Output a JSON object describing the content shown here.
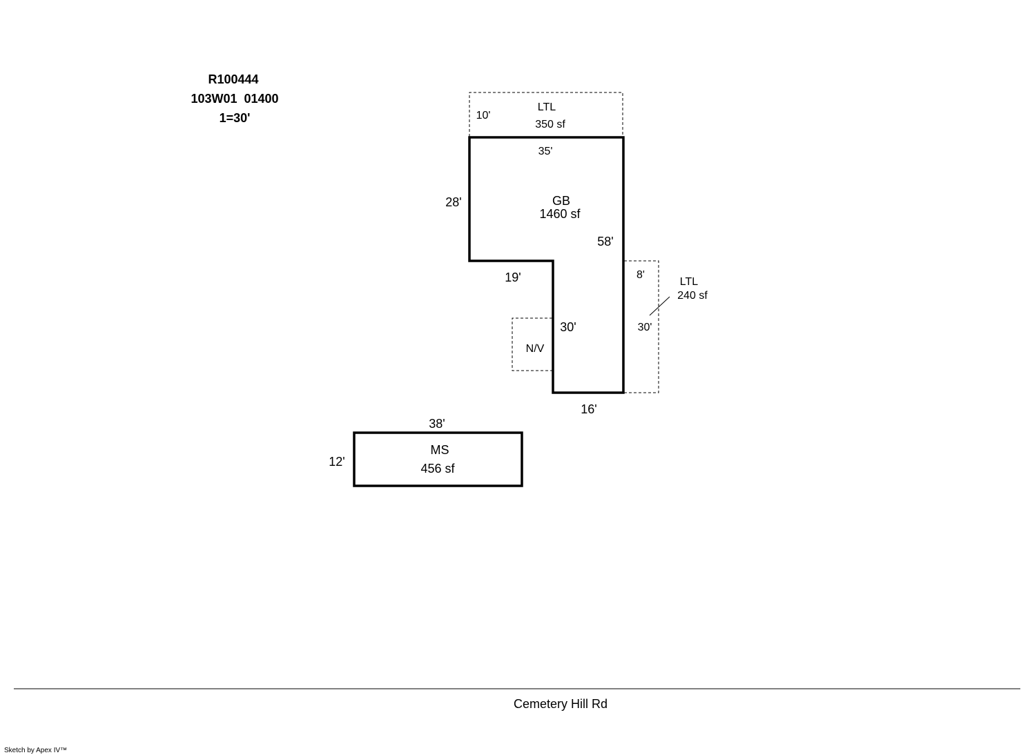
{
  "header": {
    "parcel_id": "R100444",
    "map_ref": "103W01  01400",
    "scale": "1=30'"
  },
  "areas": {
    "gb": {
      "code": "GB",
      "area": "1460 sf"
    },
    "ltl_top": {
      "code": "LTL",
      "area": "350 sf"
    },
    "ltl_right": {
      "code": "LTL",
      "area": "240 sf"
    },
    "nv": {
      "code": "N/V"
    },
    "ms": {
      "code": "MS",
      "area": "456 sf"
    }
  },
  "dimensions": {
    "ltl_top_depth": "10'",
    "gb_top": "35'",
    "gb_left": "28'",
    "gb_right": "58'",
    "gb_step": "19'",
    "gb_inner": "30'",
    "gb_bottom": "16'",
    "ltl_right_width": "8'",
    "ltl_right_length": "30'",
    "ms_width": "38'",
    "ms_depth": "12'"
  },
  "road": {
    "name": "Cemetery Hill Rd"
  },
  "footer": {
    "credit": "Sketch by Apex IV™"
  }
}
